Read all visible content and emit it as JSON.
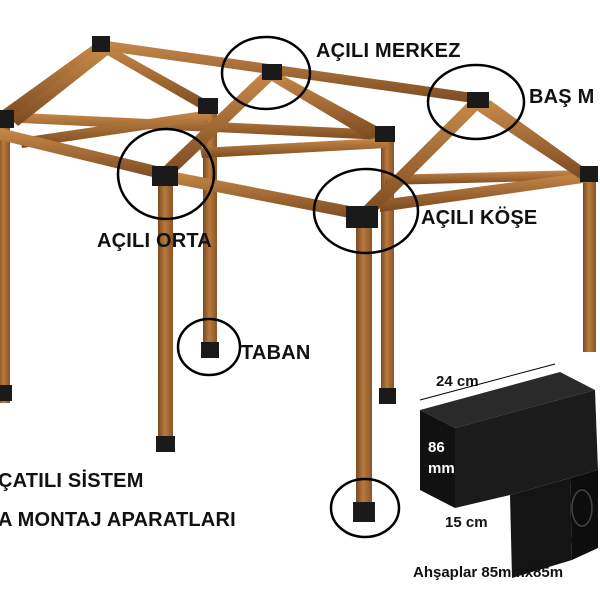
{
  "labels": {
    "acili_merkez": "AÇILI MERKEZ",
    "bas_m": "BAŞ M",
    "acili_orta": "AÇILI ORTA",
    "acili_kose": "AÇILI KÖŞE",
    "taban": "TABAN",
    "system_line1": "ÇATILI SİSTEM",
    "system_line2": "A MONTAJ APARATLARI"
  },
  "bracket_dims": {
    "width": "24 cm",
    "height_value": "86",
    "height_unit": "mm",
    "leg": "15 cm"
  },
  "caption": "Ahşaplar 85mmx85m",
  "colors": {
    "wood": "#a86a32",
    "wood_dark": "#7a4a20",
    "wood_light": "#c98a4a",
    "bracket": "#1a1a1a",
    "ring": "#000000"
  }
}
